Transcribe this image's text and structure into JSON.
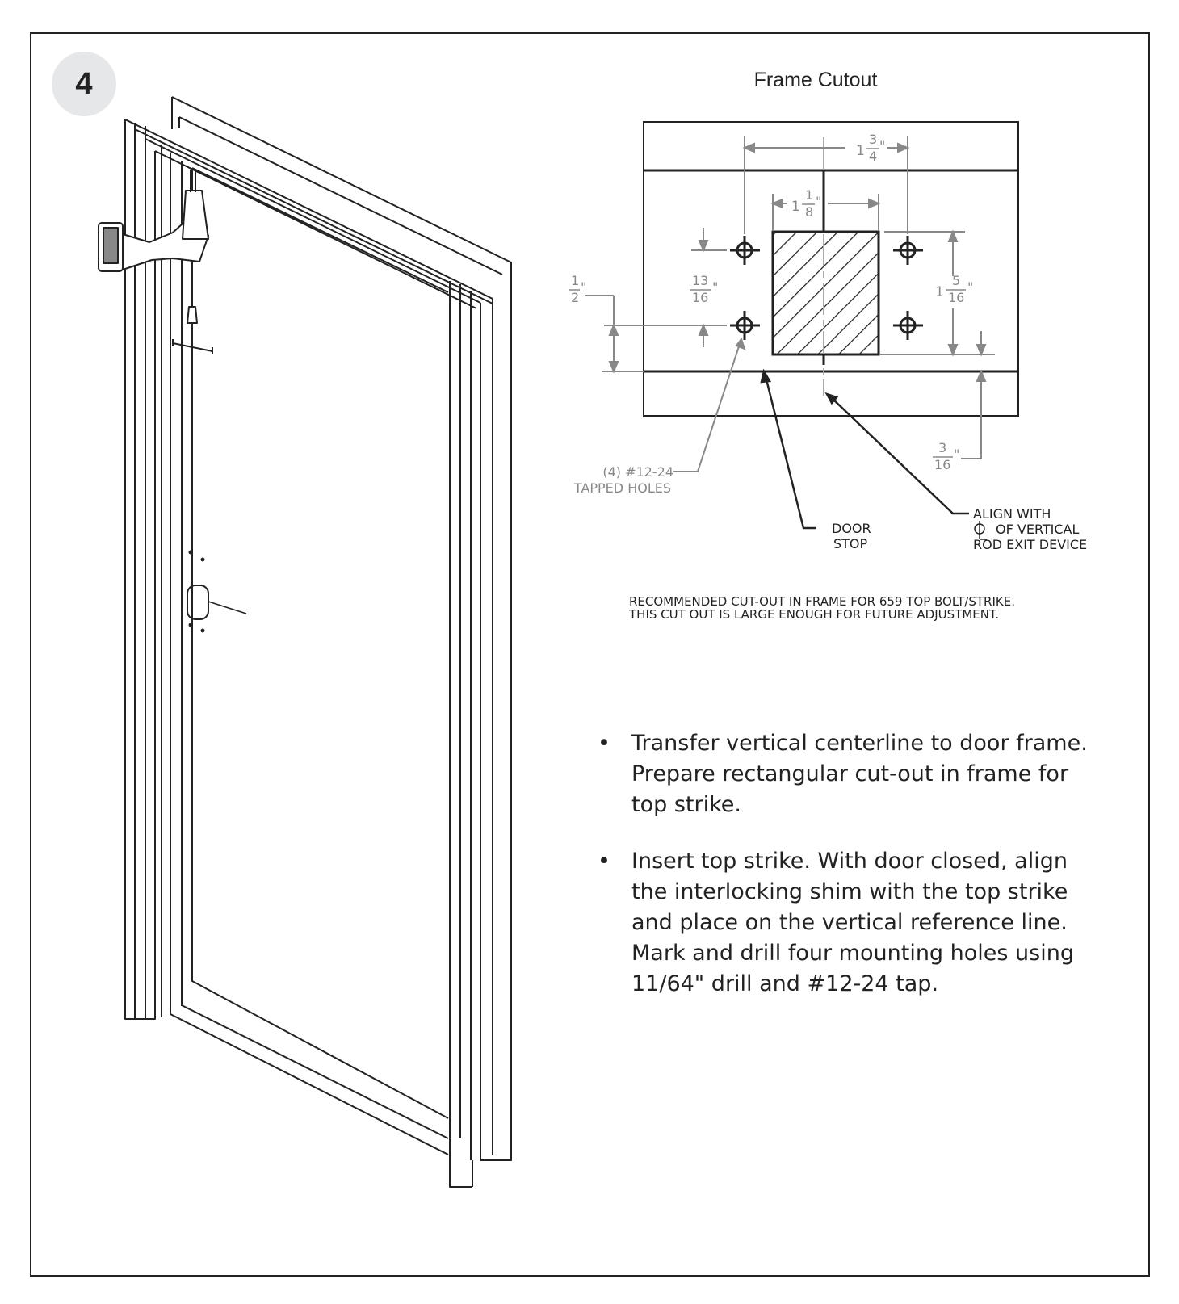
{
  "step": {
    "number": "4"
  },
  "drawing": {
    "title": "Frame Cutout",
    "dim_top_width": {
      "whole": "1",
      "num": "3",
      "den": "4"
    },
    "dim_strike_width": {
      "whole": "1",
      "num": "1",
      "den": "8"
    },
    "dim_hole_spacing_v": {
      "whole": "1",
      "num": "5",
      "den": "16"
    },
    "dim_hole_offset": {
      "num": "13",
      "den": "16"
    },
    "dim_half": {
      "num": "1",
      "den": "2"
    },
    "dim_small": {
      "num": "3",
      "den": "16"
    },
    "inch_mark": "\"",
    "callout_holes": {
      "line1": "(4) #12-24",
      "line2": "TAPPED HOLES"
    },
    "callout_stop": {
      "line1": "DOOR",
      "line2": "STOP"
    },
    "callout_align": {
      "line1": "ALIGN WITH",
      "line2": "OF VERTICAL",
      "line3": "ROD EXIT DEVICE"
    }
  },
  "note": {
    "line1": "RECOMMENDED CUT-OUT IN FRAME FOR 659 TOP BOLT/STRIKE.",
    "line2": "THIS CUT OUT IS LARGE ENOUGH FOR FUTURE ADJUSTMENT."
  },
  "instructions": [
    "Transfer vertical centerline to door frame. Prepare rectangular cut-out in frame for top strike.",
    " Insert top strike. With door closed, align the interlocking shim with the top strike and place on the vertical reference line. Mark and drill four mounting holes using 11/64\" drill and #12-24 tap."
  ]
}
